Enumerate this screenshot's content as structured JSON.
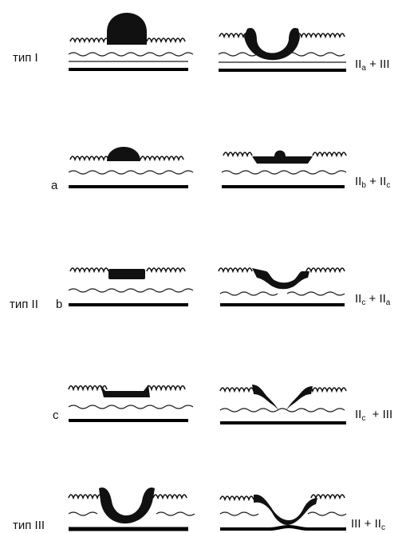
{
  "left_labels": {
    "type1": "тип  I",
    "a": "a",
    "type2": "тип  II",
    "b": "b",
    "c": "c",
    "type3": "тип  III"
  },
  "right_labels": [
    {
      "main1": "II",
      "sub1": "a",
      "plus": " + ",
      "main2": "III",
      "sub2": ""
    },
    {
      "main1": "II",
      "sub1": "b",
      "plus": " + ",
      "main2": "II",
      "sub2": "c"
    },
    {
      "main1": "II",
      "sub1": "c",
      "plus": " + ",
      "main2": "II",
      "sub2": "a"
    },
    {
      "main1": "II",
      "sub1": "c",
      "plus": "  + ",
      "main2": "III",
      "sub2": ""
    },
    {
      "main1": "III",
      "sub1": "",
      "plus": " + ",
      "main2": "II",
      "sub2": "c"
    }
  ],
  "colors": {
    "ink": "#111111",
    "layer_line": "#1a1a1a",
    "base_line": "#000000"
  }
}
